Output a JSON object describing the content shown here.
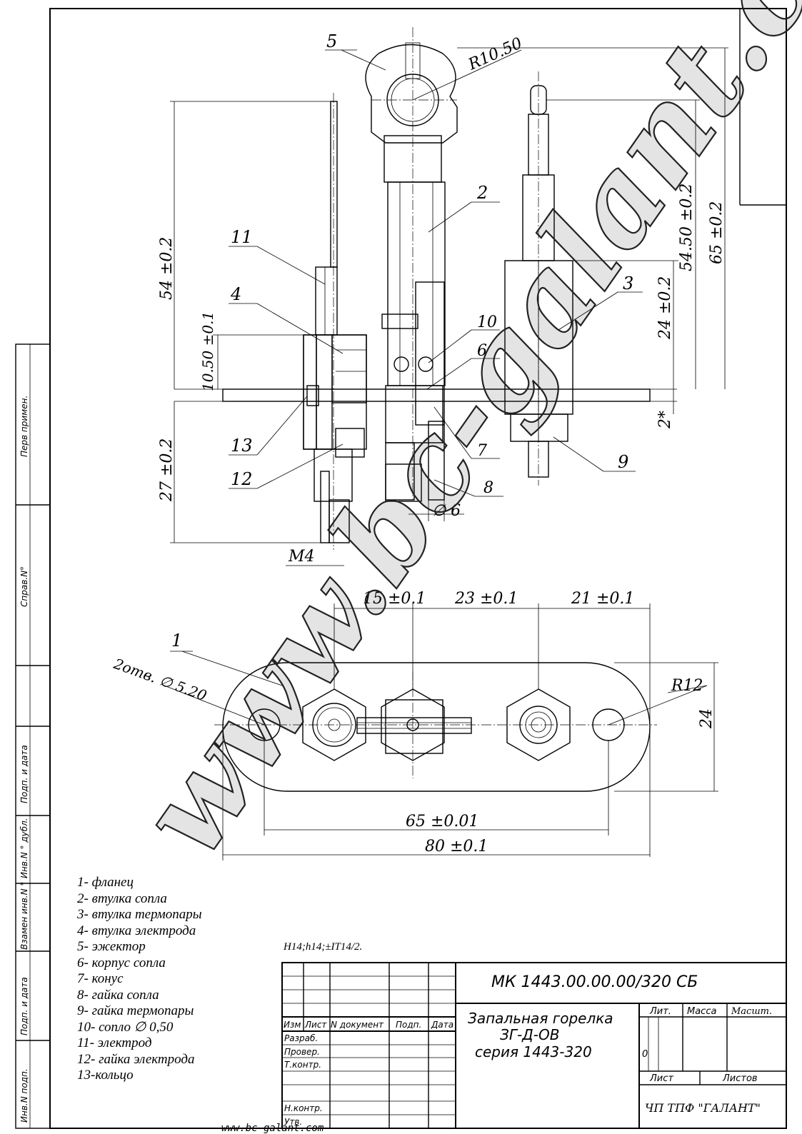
{
  "side_column": {
    "labels": [
      "Перв примен.",
      "Справ.N°",
      "Подп. и дата",
      "Инв.N ° дубл.",
      "Взамен инв.N °",
      "Подп. и дата",
      "Инв.N подп."
    ]
  },
  "part_numbers": [
    "1",
    "2",
    "3",
    "4",
    "5",
    "6",
    "7",
    "8",
    "9",
    "10",
    "11",
    "12",
    "13"
  ],
  "dimensions": {
    "r_ejector": "R10.50",
    "h54": "54 ±0.2",
    "h10_50": "10.50 ±0.1",
    "h27": "27 ±0.2",
    "h54_50": "54.50 ±0.2",
    "h65": "65 ±0.2",
    "h24_top": "24 ±0.2",
    "h2": "2*",
    "d6": "∅ 6",
    "m4": "M4",
    "w15": "15 ±0.1",
    "w23": "23 ±0.1",
    "w21": "21 ±0.1",
    "holes": "2отв. ∅ 5.20",
    "r12": "R12",
    "w24": "24",
    "w65": "65 ±0.01",
    "w80": "80 ±0.1"
  },
  "legend": [
    "1- фланец",
    "2- втулка сопла",
    "3- втулка термопары",
    "4- втулка электрода",
    "5- эжектор",
    "6- корпус сопла",
    "7- конус",
    "8- гайка сопла",
    "9- гайка термопары",
    "10- сопло ∅ 0,50",
    "11- электрод",
    "12- гайка электрода",
    "13-кольцо"
  ],
  "tolerance_note": "H14;h14;±IT14/2.",
  "title_block": {
    "designation": "МК 1443.00.00.00/320 СБ",
    "name_line1": "Запальная горелка",
    "name_line2": "ЗГ-Д-ОВ",
    "name_line3": "серия 1443-320",
    "headers": {
      "izm": "Изм",
      "list": "Лист",
      "doc": "N документ",
      "podp": "Подп.",
      "data": "Дата"
    },
    "rows": [
      "Разраб.",
      "Провер.",
      "Т.контр.",
      "",
      "Н.контр.",
      "Утв."
    ],
    "lit": "Лит.",
    "massa": "Масса",
    "masht": "Масшт.",
    "lit_value": "0",
    "sheet": "Лист",
    "sheets": "Листов",
    "company": "ЧП ТПФ \"ГАЛАНТ\""
  },
  "watermark": "www.bc-galant.com",
  "footer_url": "www.bc-galant.com"
}
